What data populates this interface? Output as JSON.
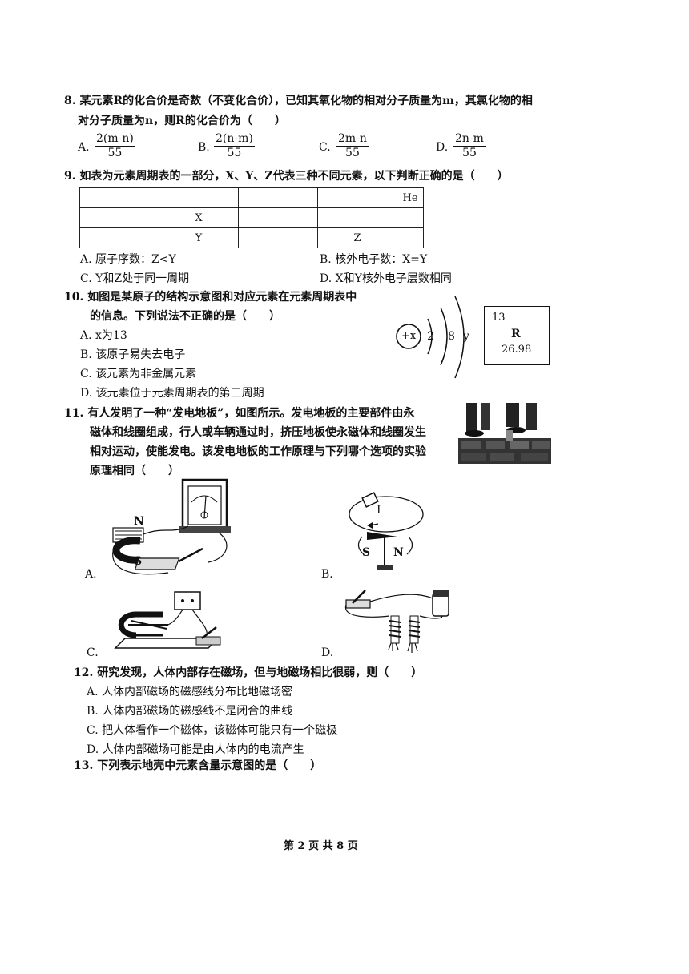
{
  "q8": {
    "stem1": "8. 某元素R的化合价是奇数（不变化合价），已知其氧化物的相对分子质量为m，其氯化物的相",
    "stem2": "对分子质量为n，则R的化合价为（　　）",
    "optA_label": "A.",
    "optA_num": "2(m-n)",
    "optA_den": "55",
    "optB_label": "B.",
    "optB_num": "2(n-m)",
    "optB_den": "55",
    "optC_label": "C.",
    "optC_num": "2m-n",
    "optC_den": "55",
    "optD_label": "D.",
    "optD_num": "2n-m",
    "optD_den": "55"
  },
  "q9": {
    "stem": "9. 如表为元素周期表的一部分，X、Y、Z代表三种不同元素，以下判断正确的是（　　）",
    "table_he": "He",
    "table_x": "X",
    "table_y": "Y",
    "table_z": "Z",
    "optA": "A. 原子序数：Z<Y",
    "optB": "B. 核外电子数：X=Y",
    "optC": "C. Y和Z处于同一周期",
    "optD": "D. X和Y核外电子层数相同"
  },
  "q10": {
    "stem1": "10. 如图是某原子的结构示意图和对应元素在元素周期表中",
    "stem2": "的信息。下列说法不正确的是（　　）",
    "optA": "A. x为13",
    "optB": "B. 该原子易失去电子",
    "optC": "C. 该元素为非金属元素",
    "optD": "D. 该元素位于元素周期表的第三周期",
    "nucleus": "+x",
    "shell1": "2",
    "shell2": "8",
    "shell3": "y",
    "cell_number": "13",
    "cell_symbol": "R",
    "cell_mass": "26.98"
  },
  "q11": {
    "stem1": "11. 有人发明了一种“发电地板”，如图所示。发电地板的主要部件由永",
    "stem2": "磁体和线圈组成，行人或车辆通过时，挤压地板使永磁体和线圈发生",
    "stem3": "相对运动，使能发电。该发电地板的工作原理与下列哪个选项的实验",
    "stem4": "原理相同（　　）",
    "labelA": "A.",
    "labelB": "B.",
    "labelC": "C.",
    "labelD": "D.",
    "magN": "N",
    "magS": "S",
    "needleS": "S",
    "needleN": "N",
    "currentI": "I"
  },
  "q12": {
    "stem": "12. 研究发现，人体内部存在磁场，但与地磁场相比很弱，则（　　）",
    "optA": "A. 人体内部磁场的磁感线分布比地磁场密",
    "optB": "B. 人体内部磁场的磁感线不是闭合的曲线",
    "optC": "C. 把人体看作一个磁体，该磁体可能只有一个磁极",
    "optD": "D. 人体内部磁场可能是由人体内的电流产生"
  },
  "q13": {
    "stem": "13. 下列表示地壳中元素含量示意图的是（　　）"
  },
  "footer": {
    "page": "第 2 页 共 8 页"
  }
}
